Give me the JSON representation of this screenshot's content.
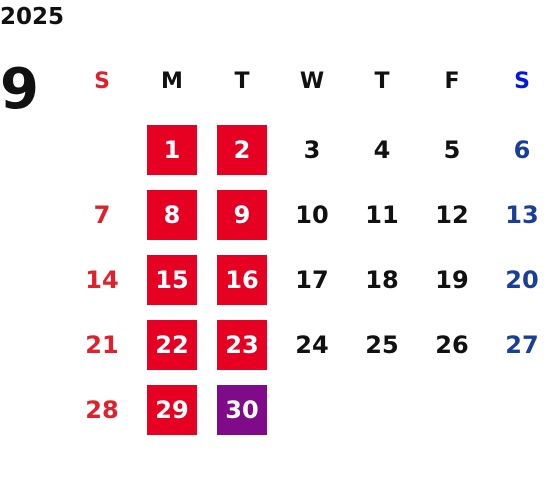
{
  "year": "2025",
  "month": "9",
  "weekdays": [
    "S",
    "M",
    "T",
    "W",
    "T",
    "F",
    "S"
  ],
  "colors": {
    "highlight": "#e60022",
    "highlight_alt": "#7f0a8a",
    "sunday": "#e0202a",
    "saturday": "#1a3f99",
    "saturday_header": "#0018e0",
    "text": "#111111"
  },
  "weeks": [
    [
      {
        "day": "",
        "style": "empty"
      },
      {
        "day": "1",
        "style": "highlight"
      },
      {
        "day": "2",
        "style": "highlight"
      },
      {
        "day": "3",
        "style": "normal"
      },
      {
        "day": "4",
        "style": "normal"
      },
      {
        "day": "5",
        "style": "normal"
      },
      {
        "day": "6",
        "style": "saturday"
      }
    ],
    [
      {
        "day": "7",
        "style": "sunday"
      },
      {
        "day": "8",
        "style": "highlight"
      },
      {
        "day": "9",
        "style": "highlight"
      },
      {
        "day": "10",
        "style": "normal"
      },
      {
        "day": "11",
        "style": "normal"
      },
      {
        "day": "12",
        "style": "normal"
      },
      {
        "day": "13",
        "style": "saturday"
      }
    ],
    [
      {
        "day": "14",
        "style": "sunday"
      },
      {
        "day": "15",
        "style": "highlight"
      },
      {
        "day": "16",
        "style": "highlight"
      },
      {
        "day": "17",
        "style": "normal"
      },
      {
        "day": "18",
        "style": "normal"
      },
      {
        "day": "19",
        "style": "normal"
      },
      {
        "day": "20",
        "style": "saturday"
      }
    ],
    [
      {
        "day": "21",
        "style": "sunday"
      },
      {
        "day": "22",
        "style": "highlight"
      },
      {
        "day": "23",
        "style": "highlight"
      },
      {
        "day": "24",
        "style": "normal"
      },
      {
        "day": "25",
        "style": "normal"
      },
      {
        "day": "26",
        "style": "normal"
      },
      {
        "day": "27",
        "style": "saturday"
      }
    ],
    [
      {
        "day": "28",
        "style": "sunday"
      },
      {
        "day": "29",
        "style": "highlight"
      },
      {
        "day": "30",
        "style": "highlight_alt"
      },
      {
        "day": "",
        "style": "empty"
      },
      {
        "day": "",
        "style": "empty"
      },
      {
        "day": "",
        "style": "empty"
      },
      {
        "day": "",
        "style": "empty"
      }
    ]
  ]
}
